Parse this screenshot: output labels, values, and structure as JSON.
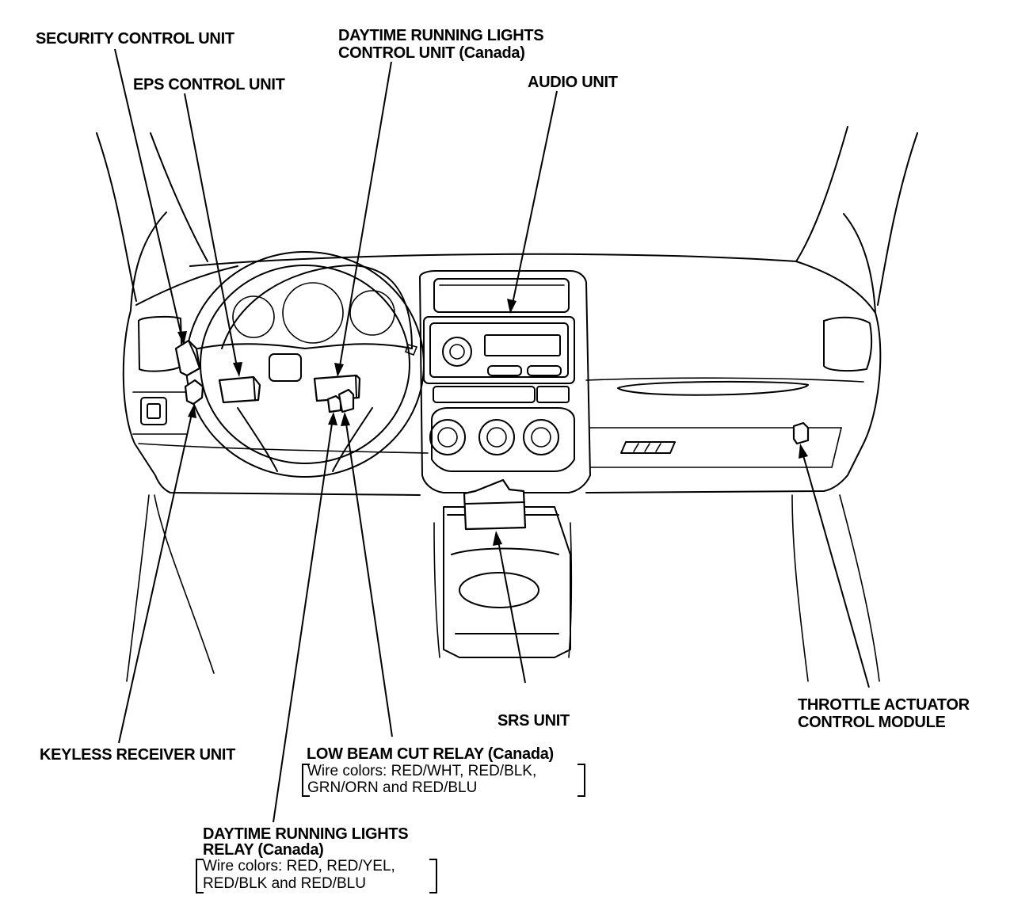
{
  "labels": {
    "security_control_unit": "SECURITY CONTROL UNIT",
    "eps_control_unit": "EPS CONTROL UNIT",
    "drl_control_unit_line1": "DAYTIME RUNNING LIGHTS",
    "drl_control_unit_line2": "CONTROL UNIT (Canada)",
    "audio_unit": "AUDIO UNIT",
    "srs_unit": "SRS UNIT",
    "throttle_line1": "THROTTLE ACTUATOR",
    "throttle_line2": "CONTROL MODULE",
    "keyless_receiver_unit": "KEYLESS RECEIVER UNIT",
    "low_beam_title": "LOW BEAM CUT RELAY (Canada)",
    "low_beam_wires_line1": "Wire colors: RED/WHT, RED/BLK,",
    "low_beam_wires_line2": "GRN/ORN and RED/BLU",
    "drl_relay_line1": "DAYTIME RUNNING LIGHTS",
    "drl_relay_line2": "RELAY (Canada)",
    "drl_relay_wires_line1": "Wire colors: RED, RED/YEL,",
    "drl_relay_wires_line2": "RED/BLK and RED/BLU"
  }
}
